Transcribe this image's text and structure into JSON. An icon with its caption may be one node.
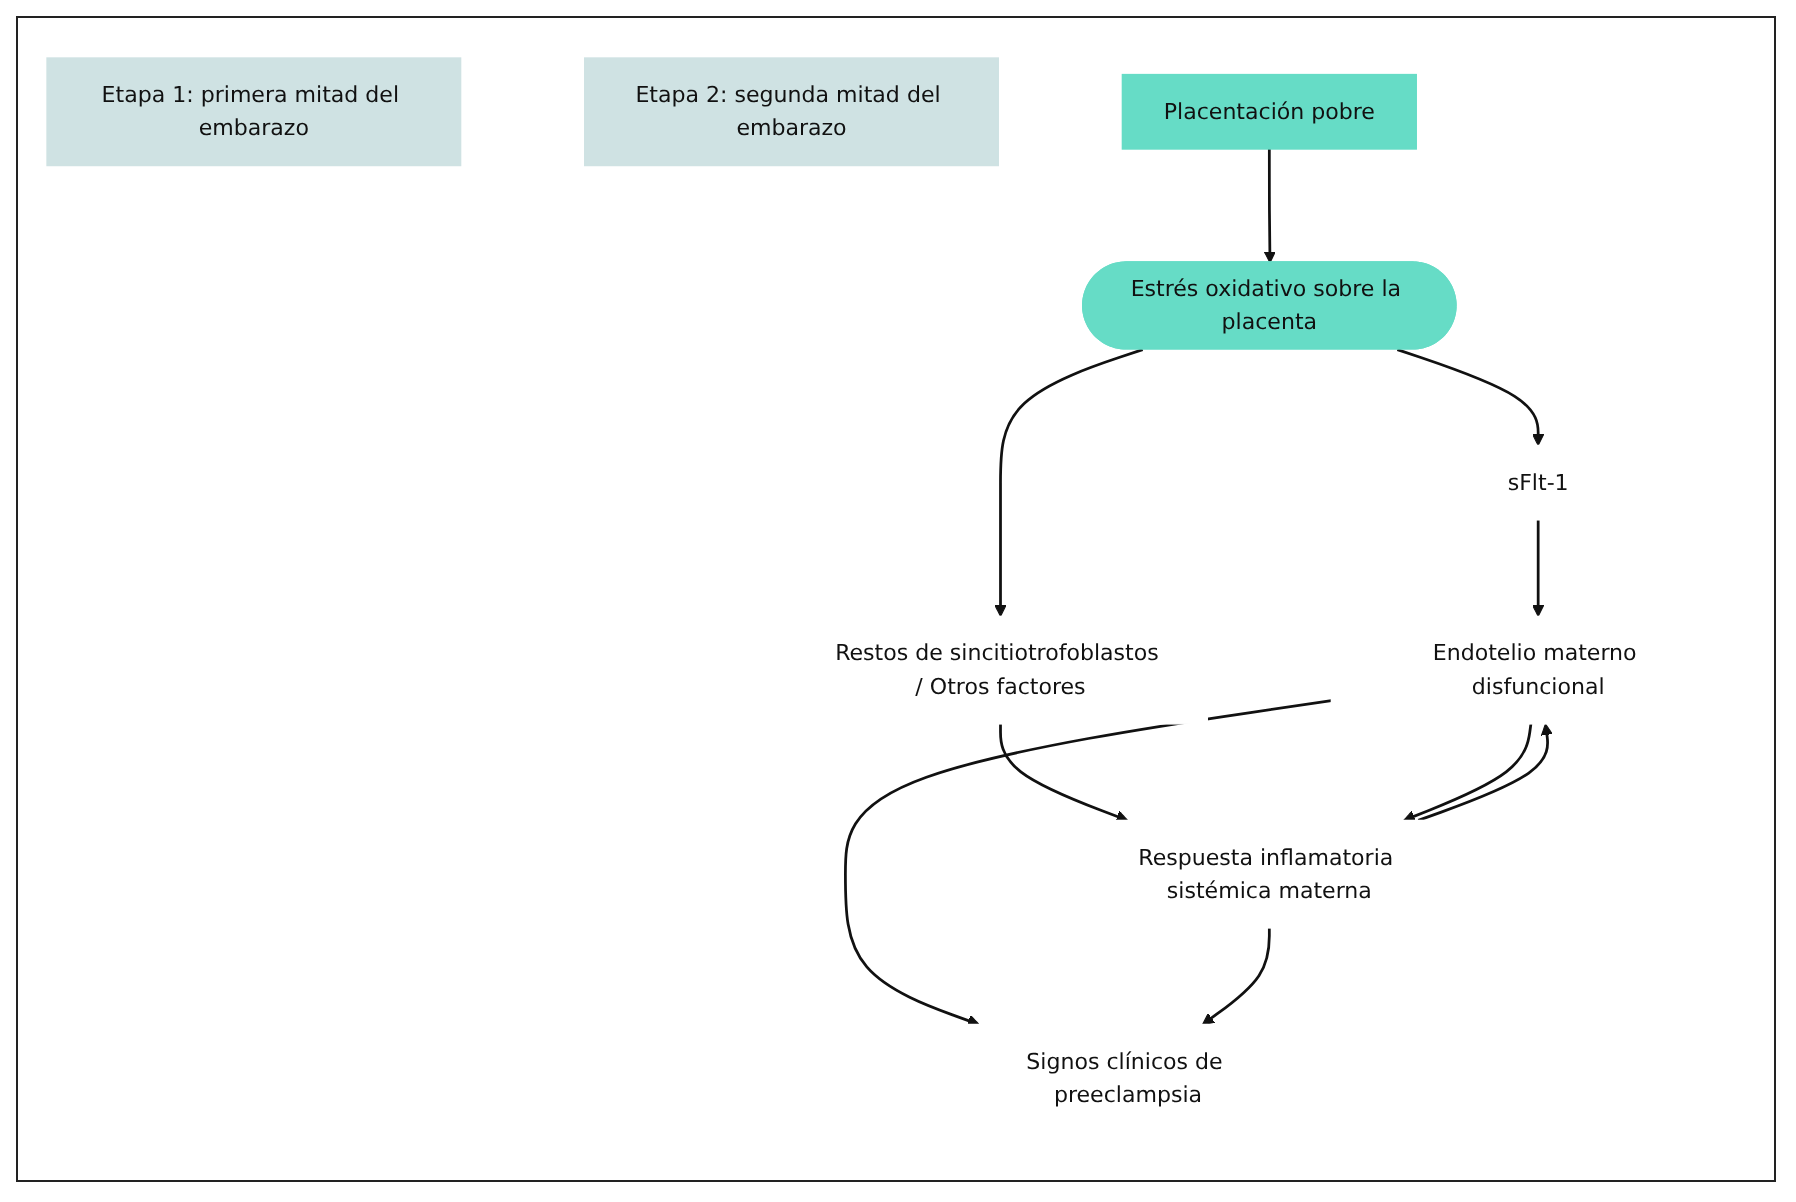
{
  "diagram": {
    "nodes": [
      {
        "text": [
          "Etapa 1: primera mitad del embarazo"
        ]
      },
      {
        "text": [
          "Etapa 2: segunda mitad del embarazo"
        ]
      },
      {
        "text": [
          "Placentación pobre"
        ]
      },
      {
        "text": [
          "Estrés oxidativo sobre la placenta"
        ]
      },
      {
        "text": [
          "sFlt-1"
        ]
      },
      {
        "text": [
          "Restos de sincitiotrofoblastos / Otros factores"
        ]
      },
      {
        "text": [
          "Endotelio materno disfuncional"
        ]
      },
      {
        "text": [
          "Respuesta inflamatoria sistémica materna"
        ]
      },
      {
        "text": [
          "Signos clínicos de preeclampsia"
        ]
      }
    ],
    "edges": [
      {
        "from": 2,
        "to": 3,
        "arrow": "to"
      },
      {
        "from": 3,
        "to": 4,
        "arrow": "to"
      },
      {
        "from": 3,
        "to": 5,
        "arrow": "to"
      },
      {
        "from": 4,
        "to": 6,
        "arrow": "to"
      },
      {
        "from": 5,
        "to": 7,
        "arrow": "to"
      },
      {
        "from": 6,
        "to": 7,
        "arrow": "to"
      },
      {
        "from": 7,
        "to": 6,
        "arrow": "to"
      },
      {
        "from": 6,
        "to": 8,
        "arrow": "to"
      },
      {
        "from": 7,
        "to": 8,
        "arrow": "to"
      }
    ]
  }
}
